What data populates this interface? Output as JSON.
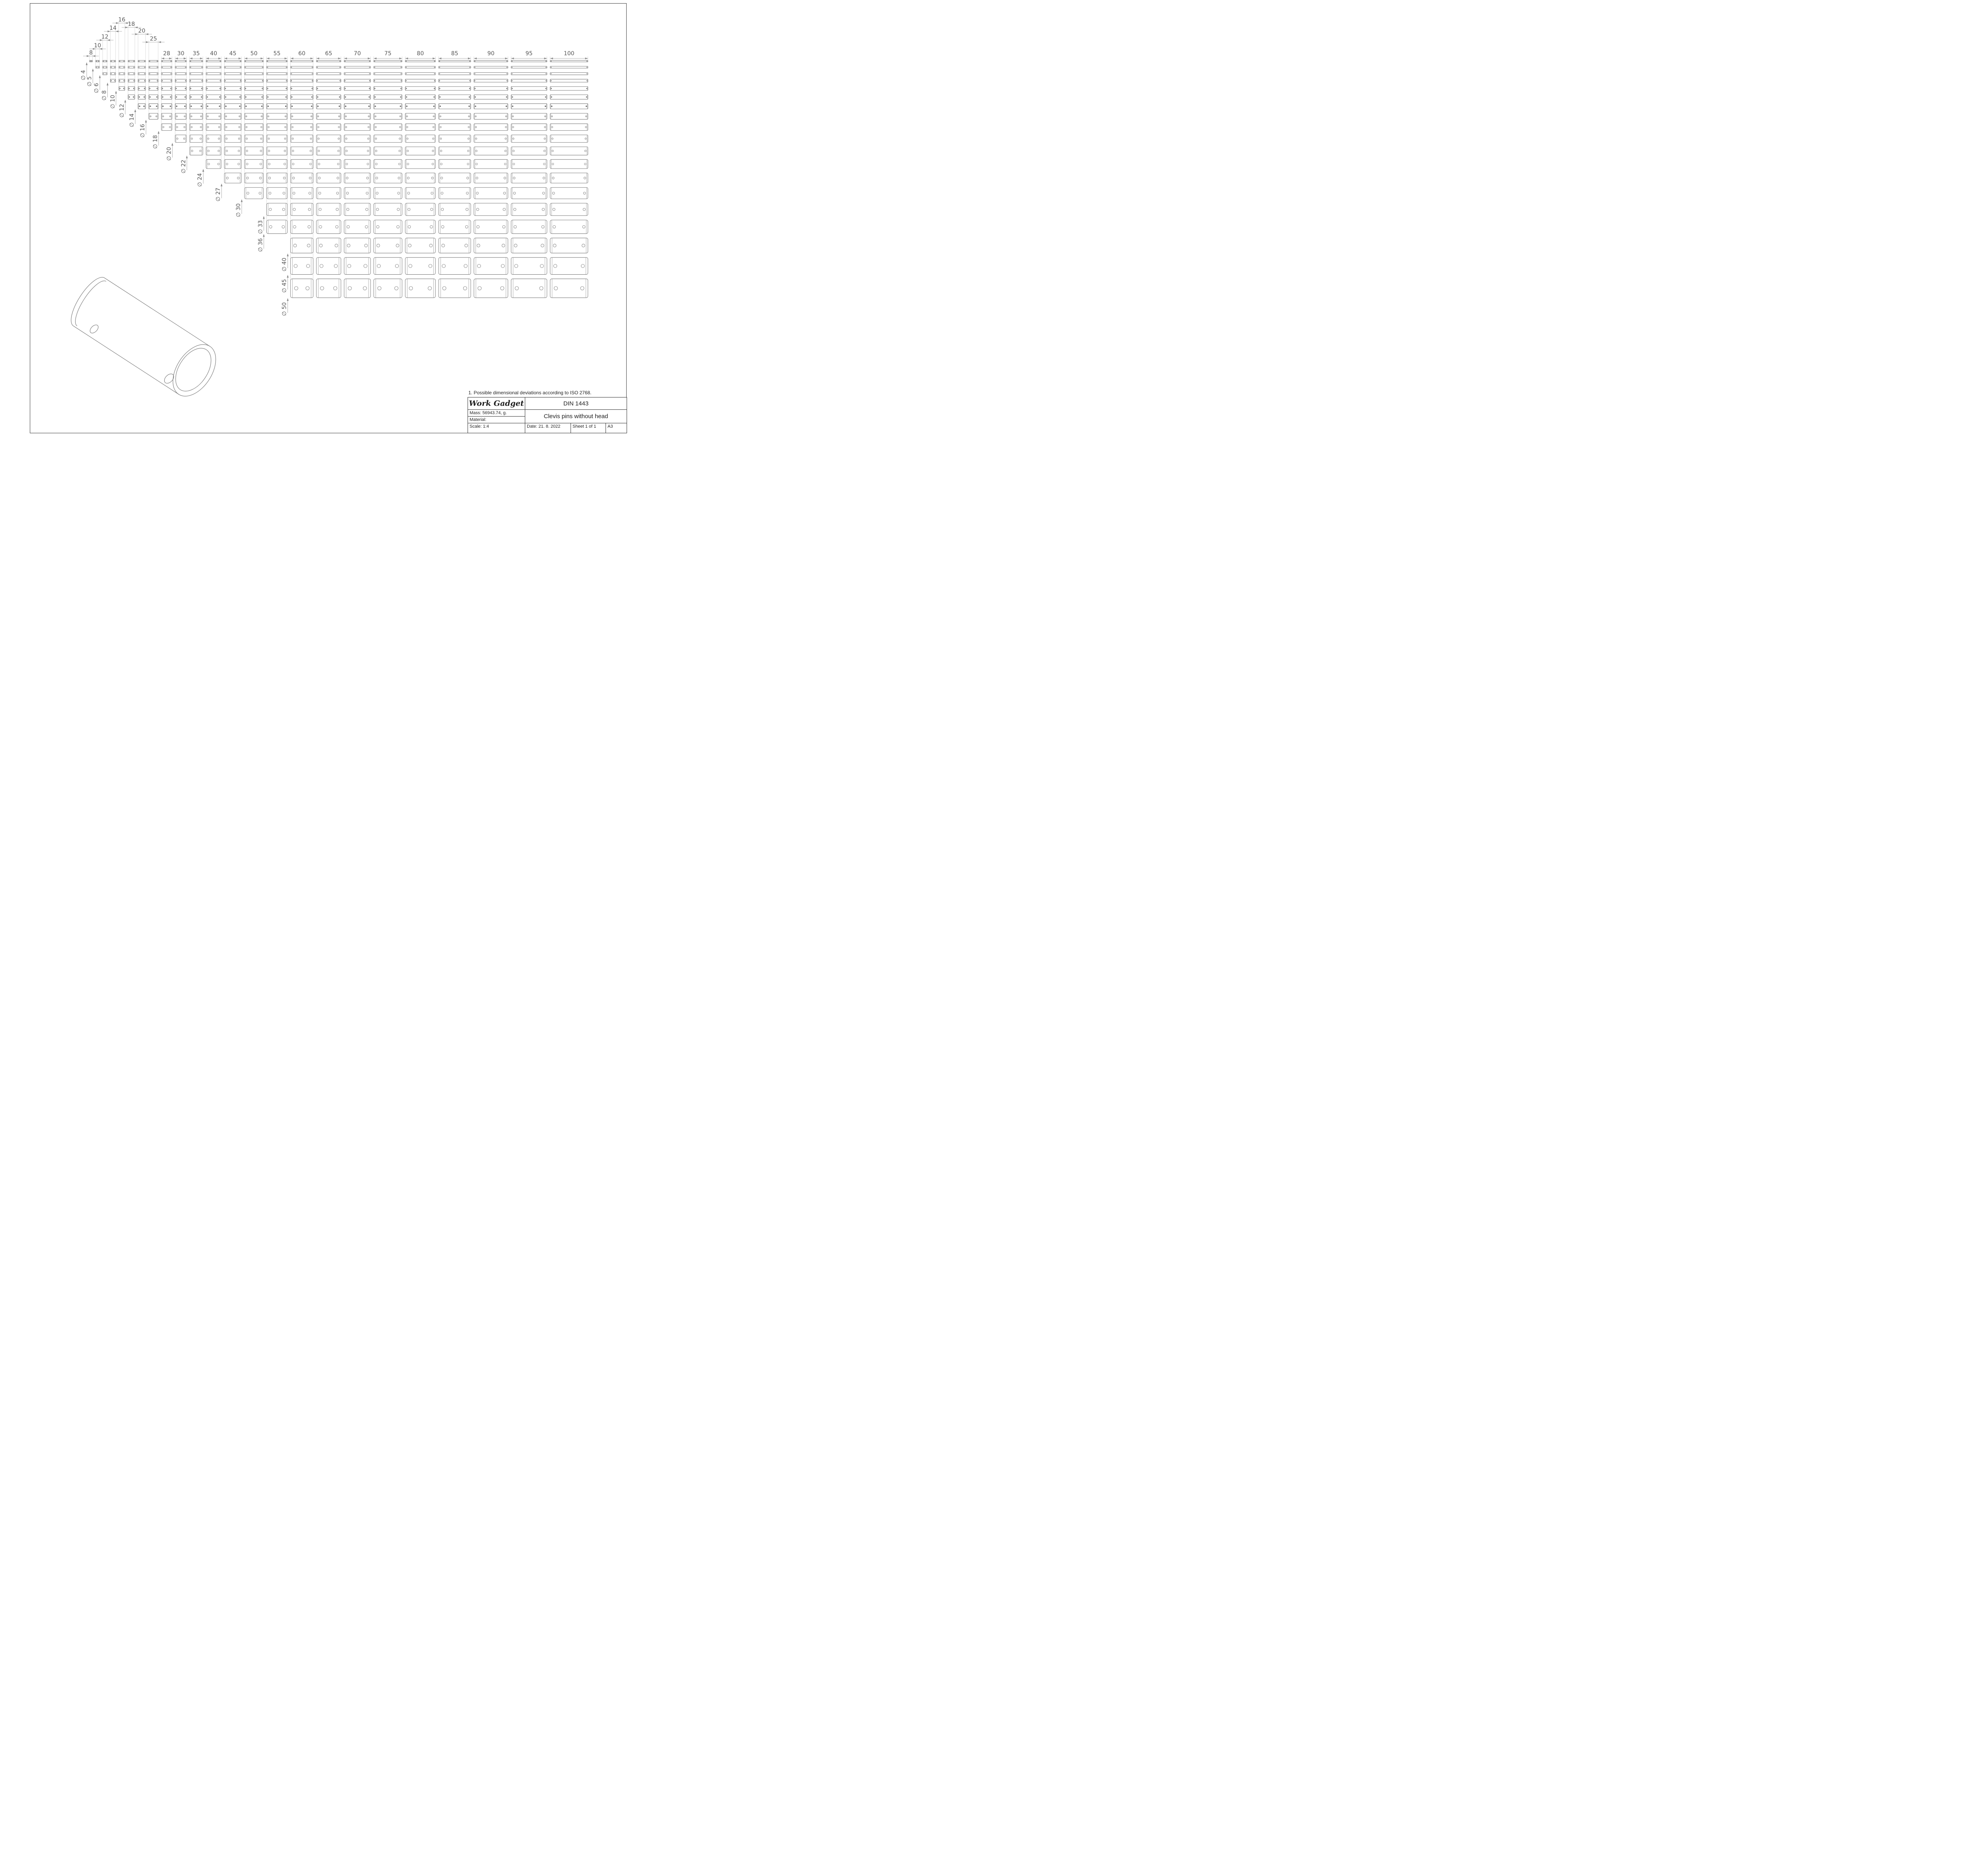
{
  "title_block": {
    "company": "Work Gadget",
    "standard": "DIN 1443",
    "mass": "Mass: 56943.74, g.",
    "material": "Material:",
    "part_title": "Clevis pins without head",
    "scale": "Scale: 1:4",
    "date": "Date: 21. 8. 2022",
    "sheet": "Sheet 1 of 1",
    "paper_size": "A3"
  },
  "notes": [
    "1. Possible dimensional deviations according to ISO 2768."
  ],
  "matrix": {
    "description": "Size matrix of clevis pins without head: rows are pin diameters, columns are pin lengths (mm). A pin outline with two cross-holes is drawn for every available diameter/length combination.",
    "unit": "mm",
    "lengths_mm": [
      8,
      10,
      12,
      14,
      16,
      18,
      20,
      25,
      28,
      30,
      35,
      40,
      45,
      50,
      55,
      60,
      65,
      70,
      75,
      80,
      85,
      90,
      95,
      100
    ],
    "rows": [
      {
        "diameter_label": "∅ 4",
        "diameter_mm": 4,
        "min_length_mm": 8
      },
      {
        "diameter_label": "∅ 5",
        "diameter_mm": 5,
        "min_length_mm": 10
      },
      {
        "diameter_label": "∅ 6",
        "diameter_mm": 6,
        "min_length_mm": 12
      },
      {
        "diameter_label": "∅ 8",
        "diameter_mm": 8,
        "min_length_mm": 14
      },
      {
        "diameter_label": "∅ 10",
        "diameter_mm": 10,
        "min_length_mm": 16
      },
      {
        "diameter_label": "∅ 12",
        "diameter_mm": 12,
        "min_length_mm": 18
      },
      {
        "diameter_label": "∅ 14",
        "diameter_mm": 14,
        "min_length_mm": 20
      },
      {
        "diameter_label": "∅ 16",
        "diameter_mm": 16,
        "min_length_mm": 25
      },
      {
        "diameter_label": "∅ 18",
        "diameter_mm": 18,
        "min_length_mm": 28
      },
      {
        "diameter_label": "∅ 20",
        "diameter_mm": 20,
        "min_length_mm": 30
      },
      {
        "diameter_label": "∅ 22",
        "diameter_mm": 22,
        "min_length_mm": 35
      },
      {
        "diameter_label": "∅ 24",
        "diameter_mm": 24,
        "min_length_mm": 40
      },
      {
        "diameter_label": "∅ 27",
        "diameter_mm": 27,
        "min_length_mm": 45
      },
      {
        "diameter_label": "∅ 30",
        "diameter_mm": 30,
        "min_length_mm": 50
      },
      {
        "diameter_label": "∅ 33",
        "diameter_mm": 33,
        "min_length_mm": 55
      },
      {
        "diameter_label": "∅ 36",
        "diameter_mm": 36,
        "min_length_mm": 55
      },
      {
        "diameter_label": "∅ 40",
        "diameter_mm": 40,
        "min_length_mm": 60
      },
      {
        "diameter_label": "∅ 45",
        "diameter_mm": 45,
        "min_length_mm": 60
      },
      {
        "diameter_label": "∅ 50",
        "diameter_mm": 50,
        "min_length_mm": 60
      }
    ]
  }
}
